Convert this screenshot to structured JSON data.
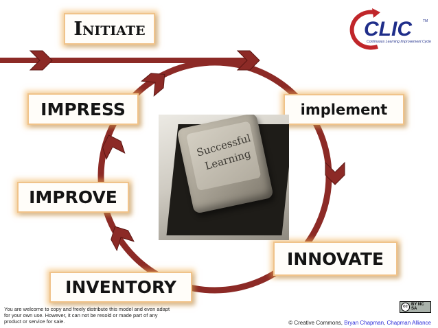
{
  "cycle": {
    "stages": [
      "Initiate",
      "implement",
      "INNOVATE",
      "INVENTORY",
      "IMPROVE",
      "IMPRESS"
    ]
  },
  "center_key": {
    "line1": "Successful",
    "line2": "Learning"
  },
  "logo": {
    "title": "CLIC",
    "subtitle": "Continuous Learning Improvement Cycle",
    "tm": "TM"
  },
  "license": {
    "line1": "You are welcome to copy and freely distribute this model and even adapt",
    "line2": "for your own use. However, it can not be resold or  made part of any",
    "line3": "product or service for sale."
  },
  "credits": {
    "prefix": "© Creative Commons, ",
    "author": "Bryan Chapman",
    "separator": ", ",
    "org": "Chapman Alliance"
  },
  "cc_badge": {
    "symbol": "cc",
    "terms": "BY  NC  SA"
  },
  "colors": {
    "cycle": "#8c2a26",
    "arrow_fill": "#8c2a26",
    "box_glow": "#f3b25a",
    "logo_red": "#c0262a",
    "logo_blue": "#1f2e8a"
  }
}
